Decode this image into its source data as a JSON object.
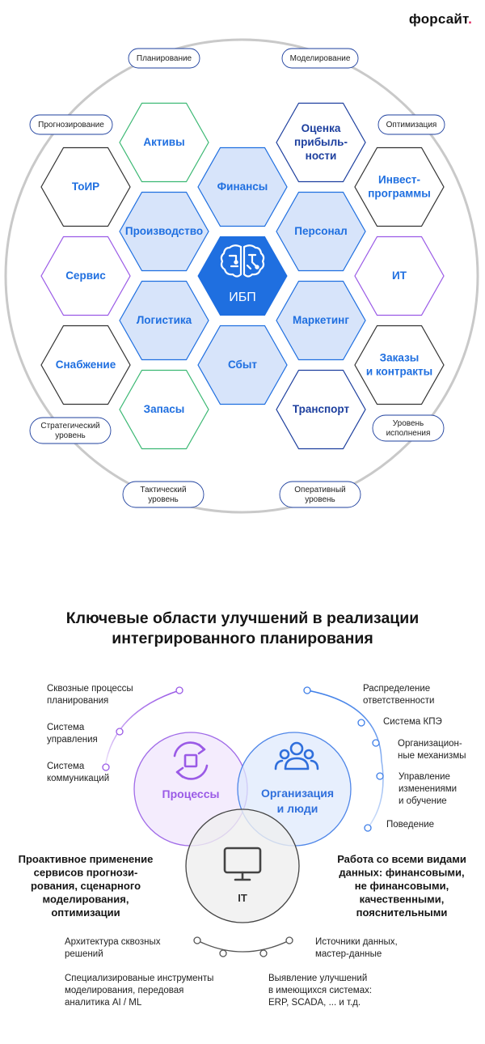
{
  "brand": {
    "name": "форсайт",
    "dot": "."
  },
  "hub": {
    "label": "ИБП"
  },
  "core_hexes": [
    {
      "label": "Финансы"
    },
    {
      "label": "Производство"
    },
    {
      "label": "Персонал"
    },
    {
      "label": "Логистика"
    },
    {
      "label": "Маркетинг"
    },
    {
      "label": "Сбыт"
    }
  ],
  "outer_hexes": [
    {
      "label": "Активы"
    },
    {
      "label": "Оценка|прибыль-|ности"
    },
    {
      "label": "ТоИР"
    },
    {
      "label": "Инвест-|программы"
    },
    {
      "label": "Сервис"
    },
    {
      "label": "ИТ"
    },
    {
      "label": "Снабжение"
    },
    {
      "label": "Заказы|и контракты"
    },
    {
      "label": "Запасы"
    },
    {
      "label": "Транспорт"
    }
  ],
  "ring_tags": [
    {
      "label": "Планирование"
    },
    {
      "label": "Моделирование"
    },
    {
      "label": "Прогнозирование"
    },
    {
      "label": "Оптимизация"
    },
    {
      "label": "Стратегический|уровень"
    },
    {
      "label": "Уровень|исполнения"
    },
    {
      "label": "Тактический|уровень"
    },
    {
      "label": "Оперативный|уровень"
    }
  ],
  "section2": {
    "title_line1": "Ключевые области улучшений в реализации",
    "title_line2": "интегрированного планирования",
    "circles": {
      "processes": "Процессы",
      "org_line1": "Организация",
      "org_line2": "и люди",
      "it": "IT"
    },
    "left_list": [
      {
        "label": "Сквозные процессы|планирования"
      },
      {
        "label": "Система|управления"
      },
      {
        "label": "Система|коммуникаций"
      }
    ],
    "right_list": [
      {
        "label": "Распределение|ответственности"
      },
      {
        "label": "Система КПЭ"
      },
      {
        "label": "Организацион-|ные механизмы"
      },
      {
        "label": "Управление|изменениями|и обучение"
      },
      {
        "label": "Поведение"
      }
    ],
    "left_note": "Проактивное применение|сервисов прогнози-|рования, сценарного|моделирования,|оптимизации",
    "right_note": "Работа со всеми видами|данных: финансовыми,|не финансовыми,|качественными,|пояснительными",
    "bottom_list": [
      {
        "label": "Архитектура сквозных|решений"
      },
      {
        "label": "Источники данных,|мастер-данные"
      },
      {
        "label": "Специализированые инструменты|моделирования, передовая|аналитика AI / ML"
      },
      {
        "label": "Выявление улучшений|в имеющихся системах:|ERP, SCADA, ... и т.д."
      }
    ]
  },
  "colors": {
    "blue": "#1f6fe0",
    "hub_fill": "#1f6fe0",
    "core_fill": "#d7e4fa",
    "green": "#3bb873",
    "purple": "#9a5ae6",
    "dark": "#333333",
    "navy": "#1d3f9e",
    "ring": "#c7c7c7"
  }
}
